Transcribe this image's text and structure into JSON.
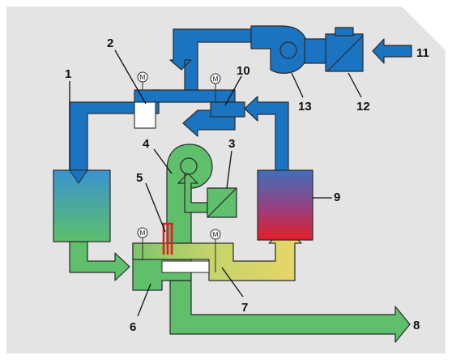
{
  "diagram": {
    "labels": {
      "l1": "1",
      "l2": "2",
      "l3": "3",
      "l4": "4",
      "l5": "5",
      "l6": "6",
      "l7": "7",
      "l8": "8",
      "l9": "9",
      "l10": "10",
      "l11": "11",
      "l12": "12",
      "l13": "13"
    },
    "motor_symbol": "M",
    "colors": {
      "background_panel": "#e4e4e4",
      "duct_blue": "#1a74c2",
      "duct_green": "#5fbf6b",
      "duct_dark_green": "#3a8f55",
      "heater_red": "#e02020",
      "exchanger_top": "#3f6fb8",
      "exchanger_bottom": "#e41e26",
      "cooler_top": "#3a93cf",
      "cooler_bottom": "#5cbf6a",
      "yellow_duct": "#e9d667"
    }
  }
}
